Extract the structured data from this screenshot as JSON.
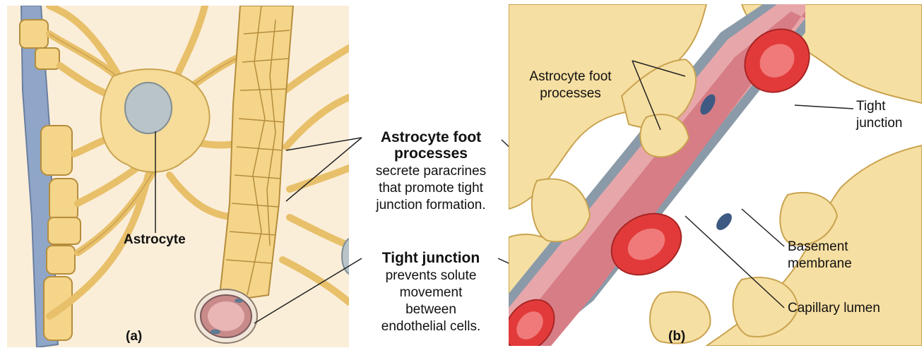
{
  "panel_a": {
    "id_label": "(a)",
    "astrocyte_label": "Astrocyte"
  },
  "center": {
    "foot_title": "Astrocyte foot",
    "foot_title2": "processes",
    "foot_desc": [
      "secrete paracrines",
      "that promote tight",
      "junction formation."
    ],
    "tight_title": "Tight junction",
    "tight_desc": [
      "prevents solute",
      "movement",
      "between",
      "endothelial cells."
    ]
  },
  "panel_b": {
    "id_label": "(b)",
    "foot_label": [
      "Astrocyte foot",
      "processes"
    ],
    "tight_label": [
      "Tight",
      "junction"
    ],
    "basement_label": [
      "Basement",
      "membrane"
    ],
    "lumen_label": "Capillary lumen"
  },
  "colors": {
    "astrocyte_fill": "#f4d58a",
    "astrocyte_outline": "#b58d3c",
    "nucleus": "#b8c4c8",
    "capillary": "#d97b85",
    "endothelium": "#8a9aa8",
    "rbc": "#e23a3a"
  }
}
